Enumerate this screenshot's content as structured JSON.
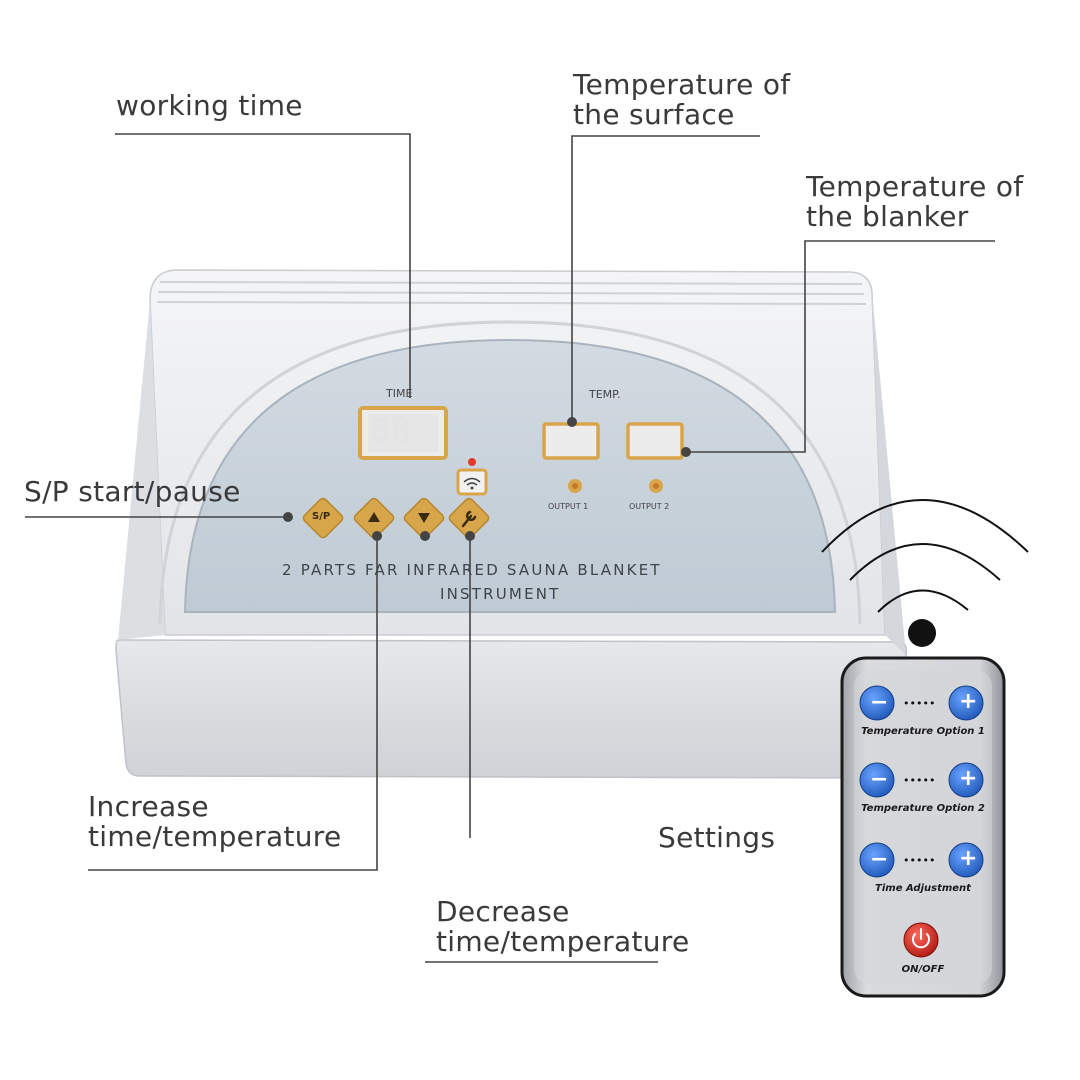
{
  "callouts": {
    "working_time": "working time",
    "surface_temp": [
      "Temperature of",
      "the surface"
    ],
    "blanket_temp": [
      "Temperature of",
      "the blanker"
    ],
    "start_pause": "S/P start/pause",
    "increase": [
      "Increase",
      "time/temperature"
    ],
    "decrease": [
      "Decrease",
      "time/temperature"
    ],
    "settings": "Settings"
  },
  "panel": {
    "time_label": "TIME",
    "temp_label": "TEMP.",
    "time_digits": "88",
    "output1": "OUTPUT 1",
    "output2": "OUTPUT 2",
    "sp_button": "S/P",
    "title_line1": "2 PARTS FAR INFRARED SAUNA BLANKET",
    "title_line2": "INSTRUMENT"
  },
  "remote": {
    "option1": "Temperature Option 1",
    "option2": "Temperature Option 2",
    "time_adjust": "Time Adjustment",
    "power": "ON/OFF",
    "minus": "−",
    "plus": "+",
    "dots": "•••••"
  },
  "colors": {
    "device_body": "#eceef0",
    "panel_face": "#c9d3dc",
    "button_gold": "#d8a64a",
    "display_red": "#c9302c",
    "remote_blue": "#2f6fd0",
    "power_red": "#d52a22"
  },
  "icons": [
    "triangle-up-icon",
    "triangle-down-icon",
    "wrench-icon",
    "wifi-icon",
    "power-icon",
    "signal-waves-icon"
  ]
}
